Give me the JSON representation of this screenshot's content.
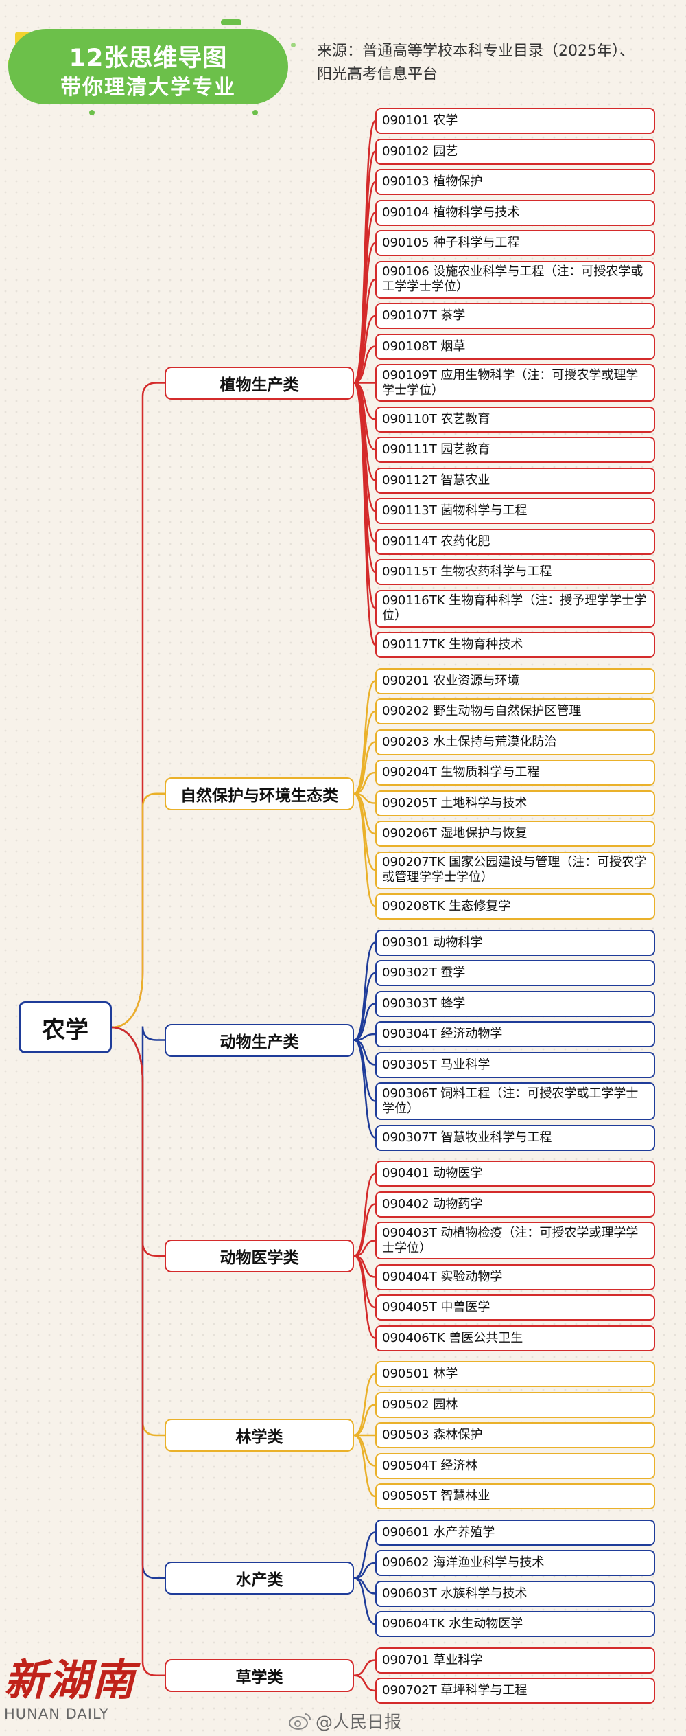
{
  "header": {
    "badge_line1": "12张思维导图",
    "badge_line2": "带你理清大学专业",
    "source_line1": "来源：普通高等学校本科专业目录（2025年）、",
    "source_line2": "阳光高考信息平台"
  },
  "root": "农学",
  "colors": {
    "red": "#d42b2b",
    "orange": "#eab12a",
    "blue": "#1f3c99",
    "badge_green": "#6cc04a"
  },
  "categories": [
    {
      "label": "植物生产类",
      "color": "red",
      "items": [
        "090101 农学",
        "090102 园艺",
        "090103 植物保护",
        "090104 植物科学与技术",
        "090105 种子科学与工程",
        "090106 设施农业科学与工程（注：可授农学或工学学士学位）",
        "090107T 茶学",
        "090108T 烟草",
        "090109T 应用生物科学（注：可授农学或理学学士学位）",
        "090110T 农艺教育",
        "090111T 园艺教育",
        "090112T 智慧农业",
        "090113T 菌物科学与工程",
        "090114T 农药化肥",
        "090115T 生物农药科学与工程",
        "090116TK 生物育种科学（注：授予理学学士学位）",
        "090117TK 生物育种技术"
      ]
    },
    {
      "label": "自然保护与环境生态类",
      "color": "orange",
      "items": [
        "090201 农业资源与环境",
        "090202 野生动物与自然保护区管理",
        "090203 水土保持与荒漠化防治",
        "090204T 生物质科学与工程",
        "090205T 土地科学与技术",
        "090206T 湿地保护与恢复",
        "090207TK 国家公园建设与管理（注：可授农学或管理学学士学位）",
        "090208TK 生态修复学"
      ]
    },
    {
      "label": "动物生产类",
      "color": "blue",
      "items": [
        "090301 动物科学",
        "090302T 蚕学",
        "090303T 蜂学",
        "090304T 经济动物学",
        "090305T 马业科学",
        "090306T 饲料工程（注：可授农学或工学学士学位）",
        "090307T 智慧牧业科学与工程"
      ]
    },
    {
      "label": "动物医学类",
      "color": "red",
      "items": [
        "090401 动物医学",
        "090402 动物药学",
        "090403T 动植物检疫（注：可授农学或理学学士学位）",
        "090404T 实验动物学",
        "090405T 中兽医学",
        "090406TK 兽医公共卫生"
      ]
    },
    {
      "label": "林学类",
      "color": "orange",
      "items": [
        "090501 林学",
        "090502 园林",
        "090503 森林保护",
        "090504T 经济林",
        "090505T 智慧林业"
      ]
    },
    {
      "label": "水产类",
      "color": "blue",
      "items": [
        "090601 水产养殖学",
        "090602 海洋渔业科学与技术",
        "090603T 水族科学与技术",
        "090604TK 水生动物医学"
      ]
    },
    {
      "label": "草学类",
      "color": "red",
      "items": [
        "090701 草业科学",
        "090702T 草坪科学与工程"
      ]
    }
  ],
  "footer": {
    "logo_text": "新湖南",
    "logo_sub": "HUNAN DAILY",
    "weibo": "@人民日报"
  }
}
